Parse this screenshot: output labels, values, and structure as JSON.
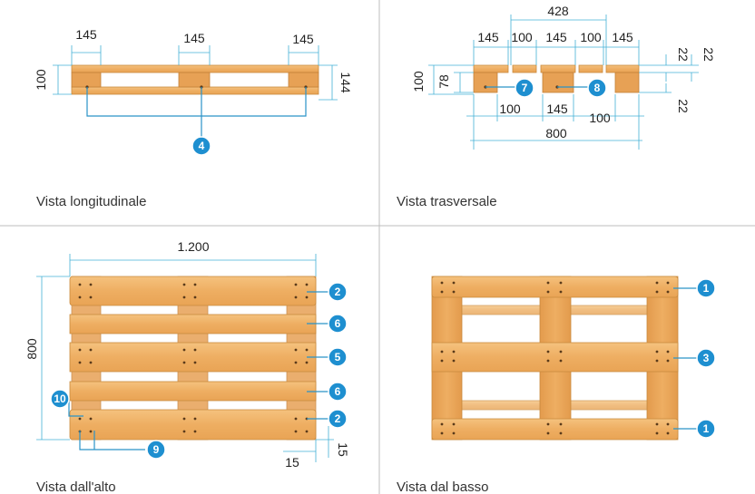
{
  "panels": {
    "longitudinal": {
      "caption": "Vista longitudinale",
      "dims": {
        "d145a": "145",
        "d145b": "145",
        "d145c": "145",
        "d100": "100",
        "d144": "144"
      },
      "badge": "4"
    },
    "transversal": {
      "caption": "Vista trasversale",
      "dims": {
        "d428": "428",
        "t145a": "145",
        "t100a": "100",
        "t145b": "145",
        "t100b": "100",
        "t145c": "145",
        "d22a": "22",
        "d22b": "22",
        "d22c": "22",
        "d100v": "100",
        "d78": "78",
        "b100a": "100",
        "b145": "145",
        "b100b": "100",
        "d800": "800"
      },
      "badges": {
        "b7": "7",
        "b8": "8"
      }
    },
    "top": {
      "caption": "Vista dall'alto",
      "dims": {
        "d1200": "1.200",
        "d800": "800",
        "d15a": "15",
        "d15b": "15"
      },
      "badges": {
        "b2a": "2",
        "b6a": "6",
        "b5": "5",
        "b6b": "6",
        "b2b": "2",
        "b10": "10",
        "b9": "9"
      }
    },
    "bottom": {
      "caption": "Vista dal basso",
      "badges": {
        "b1a": "1",
        "b3": "3",
        "b1b": "1"
      }
    }
  },
  "colors": {
    "accent": "#1e8fd0",
    "dimension_line": "#44b0d6",
    "wood": "#f0b56c",
    "divider": "#bdbdbd"
  }
}
